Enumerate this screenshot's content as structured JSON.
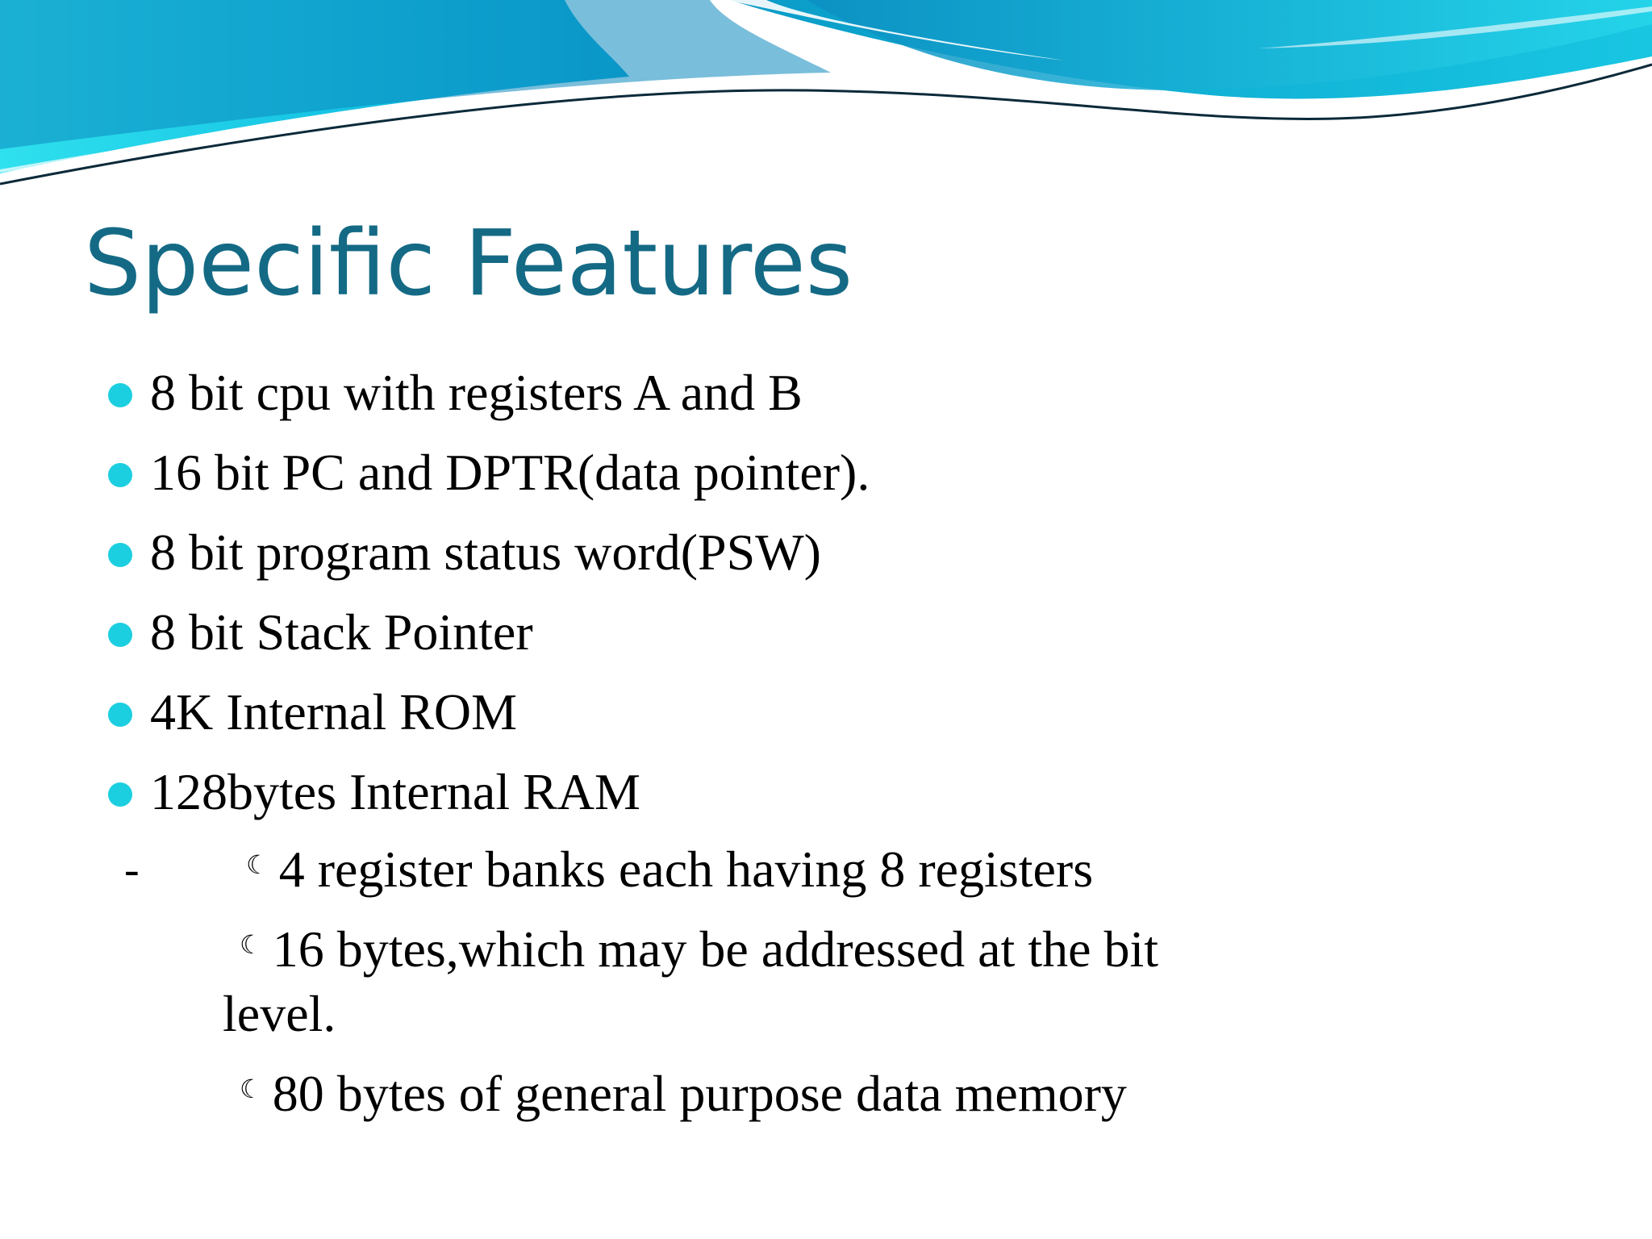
{
  "slide": {
    "title": "Specific Features",
    "bullets": [
      "8 bit cpu with registers A and B",
      "16 bit PC and DPTR(data pointer).",
      "8 bit program status word(PSW)",
      "8 bit Stack Pointer",
      "4K Internal ROM",
      "128bytes Internal RAM"
    ],
    "dash_marker": "-",
    "subitem_marker": "☾",
    "subitems": [
      "4 register banks each having 8 registers",
      "16 bytes,which may be addressed at the bit",
      "80 bytes of general purpose data memory"
    ],
    "subitem_continuation": "level."
  },
  "colors": {
    "title": "#146a85",
    "bullet": "#1ccfe0",
    "wave_dark": "#0a7fb0",
    "wave_light": "#19d4e8"
  }
}
